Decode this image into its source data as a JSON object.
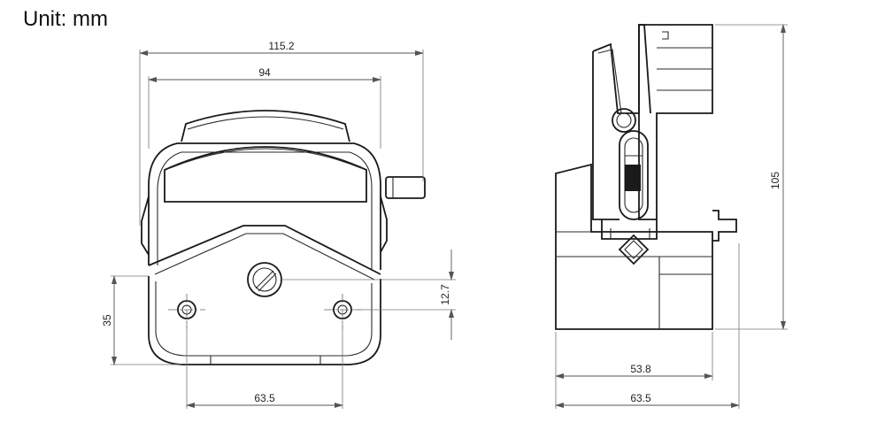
{
  "unit_label": "Unit: mm",
  "dimensions": {
    "front_total_width": "115.2",
    "front_body_width": "94",
    "front_height": "35",
    "front_offset": "12.7",
    "front_mount_spacing": "63.5",
    "side_height": "105",
    "side_depth_body": "53.8",
    "side_depth_total": "63.5"
  }
}
